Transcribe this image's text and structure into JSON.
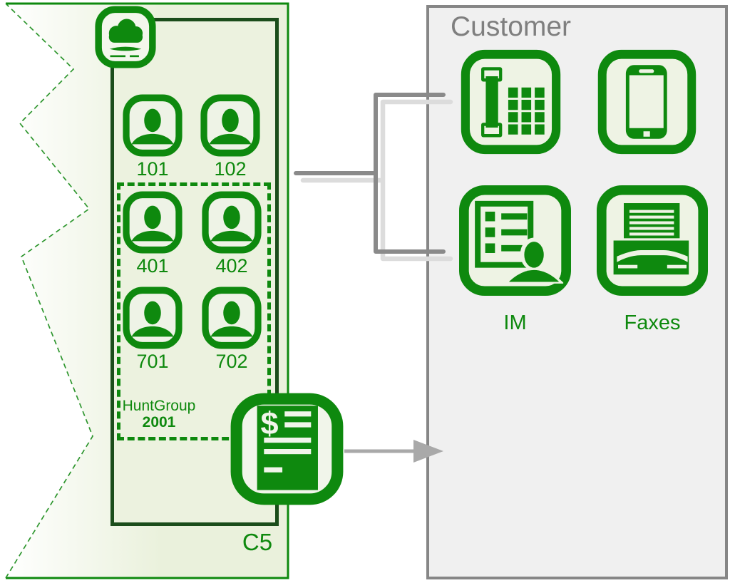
{
  "provider": {
    "label": "C5",
    "cloud_icon": "cloud-pbx-icon",
    "extensions": [
      "101",
      "102",
      "401",
      "402",
      "701",
      "702"
    ],
    "huntgroup": {
      "label": "HuntGroup",
      "number": "2001"
    },
    "billing": {
      "icon": "billing-invoice-icon",
      "dollar": "$"
    }
  },
  "customer": {
    "title": "Customer",
    "devices": [
      {
        "icon": "desk-phone-icon"
      },
      {
        "icon": "mobile-phone-icon"
      },
      {
        "icon": "im-icon",
        "label": "IM"
      },
      {
        "icon": "fax-icon",
        "label": "Faxes"
      }
    ]
  },
  "colors": {
    "green": "#0e890e",
    "dark_green_border": "#1b4d1b",
    "zigzag_green": "#2e962e",
    "provider_fill_gradient_end": "#eaf1dc",
    "icon_fill": "#eef3e4",
    "customer_fill": "#f0f0f0",
    "customer_border": "#868686",
    "customer_text": "#7f7f7f",
    "connector_gray": "#8a8a8a",
    "connector_shadow": "#dcdcdc",
    "arrow_gray": "#a9a9a9"
  }
}
